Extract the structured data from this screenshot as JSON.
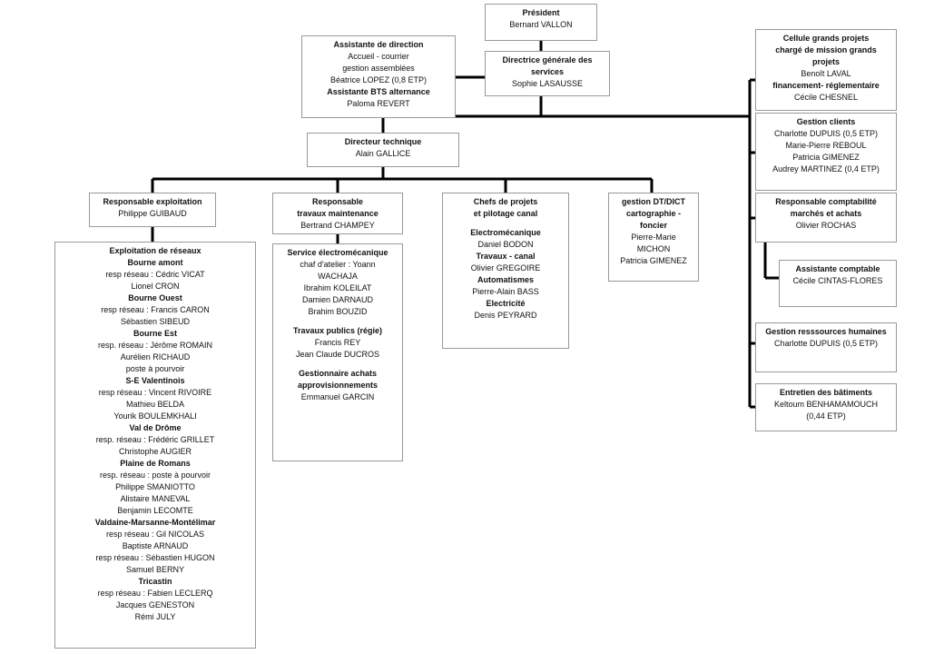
{
  "president": {
    "title": "Président",
    "name": "Bernard VALLON"
  },
  "assistante": {
    "lines": [
      {
        "t": "Assistante de direction",
        "b": true
      },
      {
        "t": "Accueil - courrier"
      },
      {
        "t": "gestion assemblées"
      },
      {
        "t": "Béatrice LOPEZ (0,8 ETP)"
      },
      {
        "t": "Assistante BTS alternance",
        "b": true
      },
      {
        "t": "Paloma REVERT"
      }
    ]
  },
  "directrice": {
    "lines": [
      {
        "t": "Directrice générale des",
        "b": true
      },
      {
        "t": "services",
        "b": true
      },
      {
        "t": "Sophie LASAUSSE"
      }
    ]
  },
  "directeur_technique": {
    "lines": [
      {
        "t": "Directeur technique",
        "b": true
      },
      {
        "t": "Alain GALLICE"
      }
    ]
  },
  "resp_exploitation": {
    "lines": [
      {
        "t": "Responsable exploitation",
        "b": true
      },
      {
        "t": "Philippe GUIBAUD"
      }
    ]
  },
  "resp_travaux": {
    "lines": [
      {
        "t": "Responsable",
        "b": true
      },
      {
        "t": "travaux maintenance",
        "b": true
      },
      {
        "t": "Bertrand CHAMPEY"
      }
    ]
  },
  "chefs_projets": {
    "lines": [
      {
        "t": "Chefs de projets",
        "b": true
      },
      {
        "t": "et pilotage canal",
        "b": true
      },
      {
        "gap": true
      },
      {
        "t": "Electromécanique",
        "b": true
      },
      {
        "t": "Daniel BODON"
      },
      {
        "t": "Travaux - canal",
        "b": true
      },
      {
        "t": "Olivier GREGOIRE"
      },
      {
        "t": "Automatismes",
        "b": true
      },
      {
        "t": "Pierre-Alain BASS"
      },
      {
        "t": "Electricité",
        "b": true
      },
      {
        "t": "Denis PEYRARD"
      }
    ]
  },
  "gestion_dt": {
    "lines": [
      {
        "t": "gestion DT/DICT",
        "b": true
      },
      {
        "t": "cartographie -",
        "b": true
      },
      {
        "t": "foncier",
        "b": true
      },
      {
        "t": "Pierre-Marie"
      },
      {
        "t": "MICHON"
      },
      {
        "t": "Patricia GIMENEZ"
      }
    ]
  },
  "exploitation_reseaux": {
    "lines": [
      {
        "t": "Exploitation de réseaux",
        "b": true
      },
      {
        "t": "Bourne amont",
        "b": true
      },
      {
        "t": "resp réseau : Cédric VICAT"
      },
      {
        "t": "Lionel CRON"
      },
      {
        "t": "Bourne Ouest",
        "b": true
      },
      {
        "t": "resp réseau : Francis CARON"
      },
      {
        "t": "Sébastien SIBEUD"
      },
      {
        "t": "Bourne Est",
        "b": true
      },
      {
        "t": "resp. réseau : Jérôme ROMAIN"
      },
      {
        "t": "Aurélien RICHAUD"
      },
      {
        "t": "poste à pourvoir"
      },
      {
        "t": "S-E Valentinois",
        "b": true
      },
      {
        "t": "resp réseau : Vincent RIVOIRE"
      },
      {
        "t": "Mathieu BELDA"
      },
      {
        "t": "Yourik BOULEMKHALI"
      },
      {
        "t": "Val de Drôme",
        "b": true
      },
      {
        "t": "resp. réseau : Frédéric GRILLET"
      },
      {
        "t": "Christophe AUGIER"
      },
      {
        "t": "Plaine de Romans",
        "b": true
      },
      {
        "t": "resp. réseau : poste à pourvoir"
      },
      {
        "t": "Philippe SMANIOTTO"
      },
      {
        "t": "Alistaire MANEVAL"
      },
      {
        "t": "Benjamin LECOMTE"
      },
      {
        "t": "Valdaine-Marsanne-Montélimar",
        "b": true
      },
      {
        "t": "resp réseau : Gil NICOLAS"
      },
      {
        "t": "Baptiste ARNAUD"
      },
      {
        "t": "resp réseau : Sébastien HUGON"
      },
      {
        "t": "Samuel BERNY"
      },
      {
        "t": "Tricastin",
        "b": true
      },
      {
        "t": "resp réseau : Fabien LECLERQ"
      },
      {
        "t": "Jacques GENESTON"
      },
      {
        "t": "Rémi JULY"
      }
    ]
  },
  "service_electro": {
    "lines": [
      {
        "t": "Service électromécanique",
        "b": true
      },
      {
        "t": "chaf d'atelier : Yoann"
      },
      {
        "t": "WACHAJA"
      },
      {
        "t": "Ibrahim KOLEILAT"
      },
      {
        "t": "Damien DARNAUD"
      },
      {
        "t": "Brahim BOUZID"
      },
      {
        "gap": true
      },
      {
        "t": "Travaux publics (régie)",
        "b": true
      },
      {
        "t": "Francis REY"
      },
      {
        "t": "Jean Claude DUCROS"
      },
      {
        "gap": true
      },
      {
        "t": "Gestionnaire achats",
        "b": true
      },
      {
        "t": "approvisionnements",
        "b": true
      },
      {
        "t": "Emmanuel GARCIN"
      }
    ]
  },
  "cellule": {
    "lines": [
      {
        "t": "Cellule grands projets",
        "b": true
      },
      {
        "t": "chargé de mission grands",
        "b": true
      },
      {
        "t": "projets",
        "b": true
      },
      {
        "t": "Benoît LAVAL"
      },
      {
        "t": "financement- réglementaire",
        "b": true
      },
      {
        "t": "Cécile CHESNEL"
      }
    ]
  },
  "gestion_clients": {
    "lines": [
      {
        "t": "Gestion clients",
        "b": true
      },
      {
        "t": "Charlotte DUPUIS (0,5 ETP)"
      },
      {
        "t": "Marie-Pierre REBOUL"
      },
      {
        "t": "Patricia GIMENEZ"
      },
      {
        "t": "Audrey MARTINEZ (0,4 ETP)"
      }
    ]
  },
  "compta": {
    "lines": [
      {
        "t": "Responsable comptabilité",
        "b": true
      },
      {
        "t": "marchés et achats",
        "b": true
      },
      {
        "t": "Olivier ROCHAS"
      }
    ]
  },
  "assistante_compta": {
    "lines": [
      {
        "t": "Assistante comptable",
        "b": true
      },
      {
        "t": "Cécile CINTAS-FLORES"
      }
    ]
  },
  "rh": {
    "lines": [
      {
        "t": "Gestion resssources humaines",
        "b": true
      },
      {
        "t": "Charlotte DUPUIS (0,5 ETP)"
      }
    ]
  },
  "batiments": {
    "lines": [
      {
        "t": "Entretien des bâtiments",
        "b": true
      },
      {
        "t": "Keltoum BENHAMAMOUCH"
      },
      {
        "t": "(0,44 ETP)"
      }
    ]
  }
}
